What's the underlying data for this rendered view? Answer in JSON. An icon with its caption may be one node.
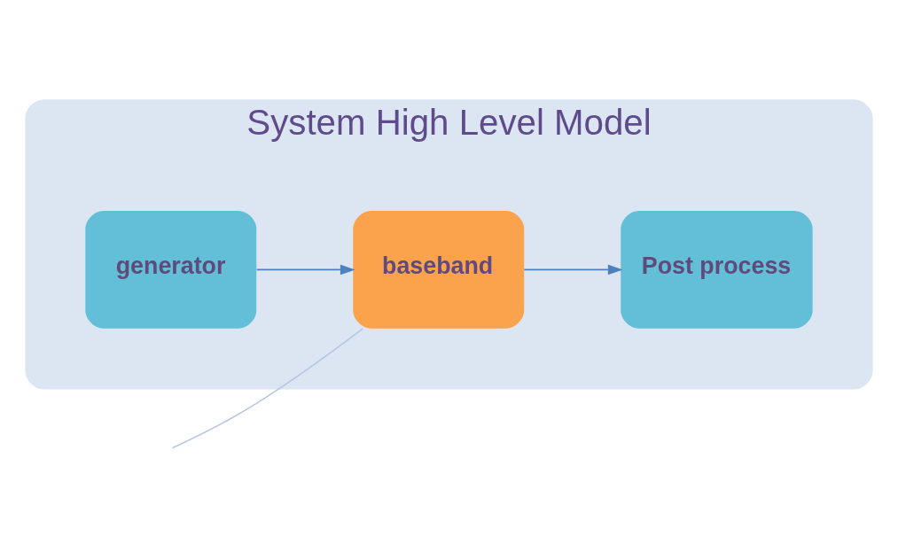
{
  "diagram": {
    "nodes": [
      {
        "text": [
          "System High Level Model"
        ]
      },
      {
        "text": [
          "generator"
        ],
        "in": 0
      },
      {
        "text": [
          "baseband"
        ],
        "in": 0
      },
      {
        "text": [
          "Post process"
        ],
        "in": 0
      }
    ],
    "edges": [
      {
        "from": 1,
        "to": 2,
        "arrow": "to"
      },
      {
        "from": 2,
        "to": 3,
        "arrow": "to"
      },
      {
        "from": null,
        "to": 2,
        "arrow": "none",
        "color": "#b4c7e7"
      }
    ]
  }
}
